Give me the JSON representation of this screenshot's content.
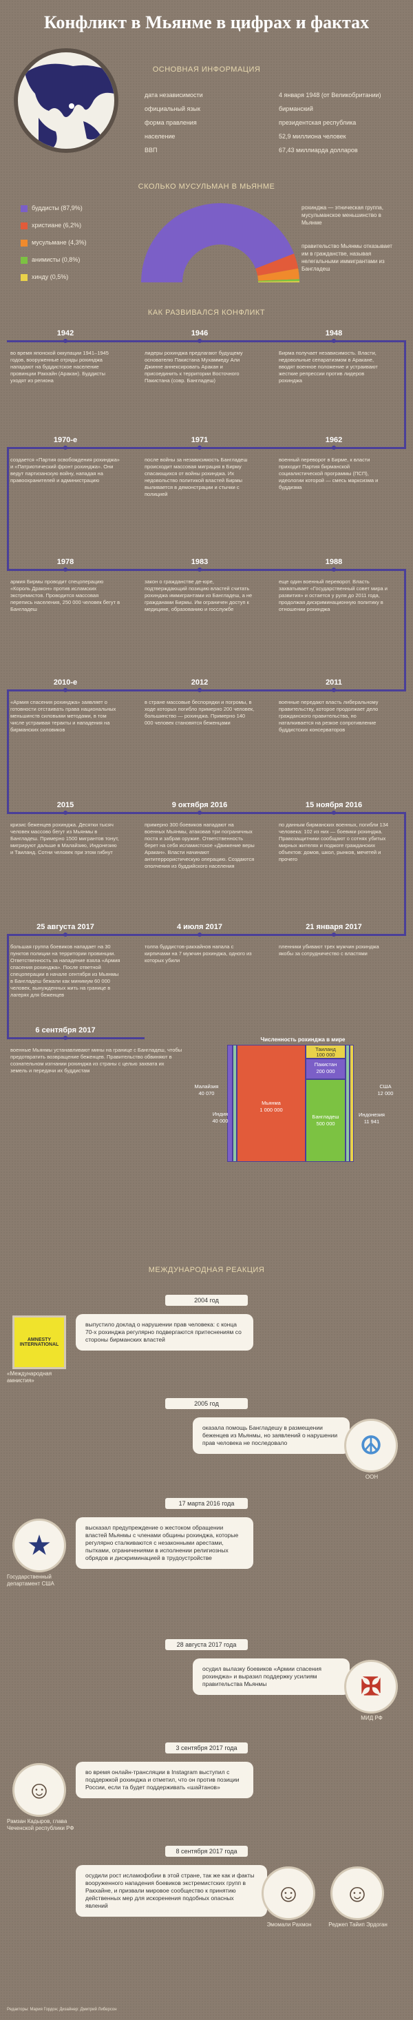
{
  "title": "Конфликт в Мьянме в цифрах и фактах",
  "main_info": {
    "section_title": "ОСНОВНАЯ ИНФОРМАЦИЯ",
    "rows": [
      {
        "label": "дата независимости",
        "value": "4 января 1948 (от Великобритании)"
      },
      {
        "label": "официальный язык",
        "value": "бирманский"
      },
      {
        "label": "форма правления",
        "value": "президентская республика"
      },
      {
        "label": "население",
        "value": "52,9 миллиона человек"
      },
      {
        "label": "ВВП",
        "value": "67,43 миллиарда долларов"
      }
    ]
  },
  "religion": {
    "section_title": "СКОЛЬКО МУСУЛЬМАН В МЬЯНМЕ",
    "legend": [
      {
        "label": "буддисты (87,9%)",
        "color": "#7b5fc7"
      },
      {
        "label": "христиане (6,2%)",
        "color": "#e25b3a"
      },
      {
        "label": "мусульмане (4,3%)",
        "color": "#f08a2c"
      },
      {
        "label": "анимисты (0,8%)",
        "color": "#7cc242"
      },
      {
        "label": "хинду (0,5%)",
        "color": "#e9d24a"
      }
    ],
    "chart_data": {
      "type": "pie",
      "categories": [
        "буддисты",
        "христиане",
        "мусульмане",
        "анимисты",
        "хинду"
      ],
      "values": [
        87.9,
        6.2,
        4.3,
        0.8,
        0.5
      ]
    },
    "note1": "рохинджа — этническая группа, мусульманское меньшинство в Мьянме",
    "note2": "правительство Мьянмы отказывает им в гражданстве, называя нелегальными иммигрантами из Бангладеш"
  },
  "timeline": {
    "section_title": "КАК РАЗВИВАЛСЯ КОНФЛИКТ",
    "rows": [
      {
        "items": [
          {
            "year": "1942",
            "text": "во время японской оккупации 1941–1945 годов, вооруженные отряды рохинджа нападают на буддистское население провинции Ракхайн (Аракан). Буддисты уходят из региона"
          },
          {
            "year": "1946",
            "text": "лидеры рохинджа предлагают будущему основателю Пакистана Мухаммеду Али Джинне аннексировать Аракан и присоединить к территории Восточного Пакистана (совр. Бангладеш)"
          },
          {
            "year": "1948",
            "text": "Бирма получает независимость. Власти, недовольные сепаратизмом в Аракане, вводят военное положение и устраивают жесткие репрессии против лидеров рохинджа"
          }
        ]
      },
      {
        "items": [
          {
            "year": "1970-е",
            "text": "создается «Партия освобождения рохинджа» и «Патриотический фронт рохинджа». Они ведут партизанскую войну, нападая на правоохранителей и администрацию"
          },
          {
            "year": "1971",
            "text": "после войны за независимость Бангладеш происходит массовая миграция в Бирму спасающихся от войны рохинджа. Их недовольство политикой властей Бирмы выливается в демонстрации и стычки с полицией"
          },
          {
            "year": "1962",
            "text": "военный переворот в Бирме, к власти приходит Партия бирманской социалистической программы (ПСП), идеологии которой — смесь марксизма и буддизма"
          }
        ]
      },
      {
        "items": [
          {
            "year": "1978",
            "text": "армия Бирмы проводит спецоперацию «Король Дракон» против исламских экстремистов. Проводится массовая перепись населения, 250 000 человек бегут в Бангладеш"
          },
          {
            "year": "1983",
            "text": "закон о гражданстве де-юре, подтверждающий позицию властей считать рохинджа иммигрантами из Бангладеш, а не гражданами Бирмы. Им ограничен доступ к медицине, образованию и госслужбе"
          },
          {
            "year": "1988",
            "text": "еще один военный переворот. Власть захватывает «Государственный совет мира и развития» и остается у руля до 2011 года, продолжая дискриминационную политику в отношении рохинджа"
          }
        ]
      },
      {
        "items": [
          {
            "year": "2010-е",
            "text": "«Армия спасения рохинджа» заявляет о готовности отстаивать права национальных меньшинств силовыми методами, в том числе устраивая теракты и нападения на бирманских силовиков"
          },
          {
            "year": "2012",
            "text": "в стране массовые беспорядки и погромы, в ходе которых погибло примерно 200 человек, большинство — рохинджа. Примерно 140 000 человек становятся беженцами"
          },
          {
            "year": "2011",
            "text": "военные передают власть либеральному правительству, которое продолжает дело гражданского правительства, но наталкивается на резкое сопротивление буддистских консерваторов"
          }
        ]
      },
      {
        "items": [
          {
            "year": "2015",
            "text": "кризис беженцев рохинджа. Десятки тысяч человек массово бегут из Мьянмы в Бангладеш. Примерно 1500 мигрантов тонут, мигрируют дальше в Малайзию, Индонезию и Таиланд. Сотни человек при этом гибнут"
          },
          {
            "year": "9 октября 2016",
            "text": "примерно 300 боевиков нападают на военных Мьянмы, атаковав три пограничных поста и забрав оружие. Ответственность берет на себя исламистское «Движение веры Аракан». Власти начинают антитеррористическую операцию. Создаются ополчения из буддийского населения"
          },
          {
            "year": "15 ноября 2016",
            "text": "по данным бирманских военных, погибли 134 человека: 102 из них — боевики рохинджа. Правозащитники сообщают о сотнях убитых мирных жителях и поджоге гражданских объектов: домов, школ, рынков, мечетей и прочего"
          }
        ]
      },
      {
        "items": [
          {
            "year": "25 августа 2017",
            "text": "большая группа боевиков нападает на 30 пунктов полиции на территории провинции. Ответственность за нападение взяла «Армия спасения рохинджа». После ответной спецоперации в начале сентября из Мьянмы в Бангладеш бежали как минимум 60 000 человек, вынужденных жить на границе в лагерях для беженцев"
          },
          {
            "year": "4 июля 2017",
            "text": "толпа буддистов-ракхайнов напала с кирпичами на 7 мужчин рохинджа, одного из которых убили"
          },
          {
            "year": "21 января 2017",
            "text": "пленники убивают трех мужчин рохинджа якобы за сотрудничество с властями"
          }
        ]
      },
      {
        "items": [
          {
            "year": "6 сентября 2017",
            "text": "военные Мьянмы устанавливают мины на границе с Бангладеш, чтобы предотвратить возвращение беженцев. Правительство обвиняют в сознательном изгнании рохинджа из страны с целью захвата их земель и передачи их буддистам"
          }
        ]
      }
    ]
  },
  "mekko": {
    "title": "Численность рохинджа в мире",
    "chart_data": {
      "type": "bar",
      "series": [
        {
          "name": "Мьянма",
          "values": [
            1000000
          ]
        },
        {
          "name": "Малайзия",
          "values": [
            40070
          ]
        },
        {
          "name": "Индия",
          "values": [
            40000
          ]
        },
        {
          "name": "Таиланд",
          "values": [
            100000
          ]
        },
        {
          "name": "Пакистан",
          "values": [
            200000
          ]
        },
        {
          "name": "Бангладеш",
          "values": [
            500000
          ]
        },
        {
          "name": "Индонезия",
          "values": [
            11941
          ]
        },
        {
          "name": "США",
          "values": [
            12000
          ]
        }
      ]
    },
    "labels": {
      "myanmar": "Мьянма",
      "myanmar_val": "1 000 000",
      "malaysia": "Малайзия",
      "malaysia_val": "40 070",
      "india": "Индия",
      "india_val": "40 000",
      "thailand": "Таиланд",
      "thailand_val": "100 000",
      "pakistan": "Пакистан",
      "pakistan_val": "200 000",
      "bangladesh": "Бангладеш",
      "bangladesh_val": "500 000",
      "indonesia": "Индонезия",
      "indonesia_val": "11 941",
      "usa": "США",
      "usa_val": "12 000"
    }
  },
  "reaction": {
    "section_title": "МЕЖДУНАРОДНАЯ РЕАКЦИЯ",
    "items": [
      {
        "date": "2004 год",
        "text": "выпустило доклад о нарушении прав человека: с конца 70-х рохинджа регулярно подвергаются притеснениям со стороны бирманских властей",
        "who": "«Международная амнистия»",
        "logo_text": "AMNESTY INTERNATIONAL"
      },
      {
        "date": "2005 год",
        "text": "оказала помощь Бангладешу в размещении беженцев из Мьянмы, но заявлений о нарушении прав человека не последовало",
        "who": "ООН"
      },
      {
        "date": "17 марта 2016 года",
        "text": "высказал предупреждение о жестоком обращении властей Мьянмы с членами общины рохинджа, которые регулярно сталкиваются с незаконными арестами, пытками, ограничениями в исполнении религиозных обрядов и дискриминацией в трудоустройстве",
        "who": "Государственный департамент США"
      },
      {
        "date": "28 августа 2017 года",
        "text": "осудил вылазку боевиков «Армии спасения рохинджа» и выразил поддержку усилиям правительства Мьянмы",
        "who": "МИД РФ"
      },
      {
        "date": "3 сентября 2017 года",
        "text": "во время онлайн-трансляции в Instagram выступил с поддержкой рохинджа и отметил, что он против позиции России, если та будет поддерживать «шайтанов»",
        "who": "Рамзан Кадыров, глава Чеченской республики РФ"
      },
      {
        "date": "8 сентября 2017 года",
        "text": "осудили рост исламофобии в этой стране, так же как и факты вооруженного нападения боевиков экстремистских групп в Ракхайне, и призвали мировое сообщество к принятию действенных мер для искоренения подобных опасных явлений",
        "who1": "Эмомали Рахмон",
        "who2": "Реджеп Тайип Эрдоган"
      }
    ]
  },
  "footer": "Редакторы: Мария Гордон; Дизайнер: Дмитрий Либерсон"
}
